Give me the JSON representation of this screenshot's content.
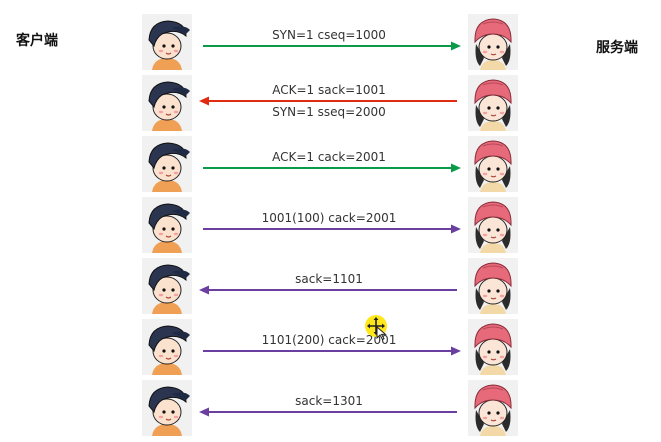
{
  "labels": {
    "client": "客户端",
    "server": "服务端"
  },
  "messages": [
    {
      "lines": [
        "SYN=1 cseq=1000"
      ],
      "direction": "to-server",
      "color": "#0a9a4a"
    },
    {
      "lines": [
        "ACK=1 sack=1001",
        "SYN=1 sseq=2000"
      ],
      "direction": "to-client",
      "color": "#e02a12"
    },
    {
      "lines": [
        "ACK=1 cack=2001"
      ],
      "direction": "to-server",
      "color": "#0a9a4a"
    },
    {
      "lines": [
        "1001(100) cack=2001"
      ],
      "direction": "to-server",
      "color": "#6a3fa0"
    },
    {
      "lines": [
        "sack=1101"
      ],
      "direction": "to-client",
      "color": "#6a3fa0"
    },
    {
      "lines": [
        "1101(200) cack=2001"
      ],
      "direction": "to-server",
      "color": "#6a3fa0"
    },
    {
      "lines": [
        "sack=1301"
      ],
      "direction": "to-client",
      "color": "#6a3fa0"
    }
  ]
}
